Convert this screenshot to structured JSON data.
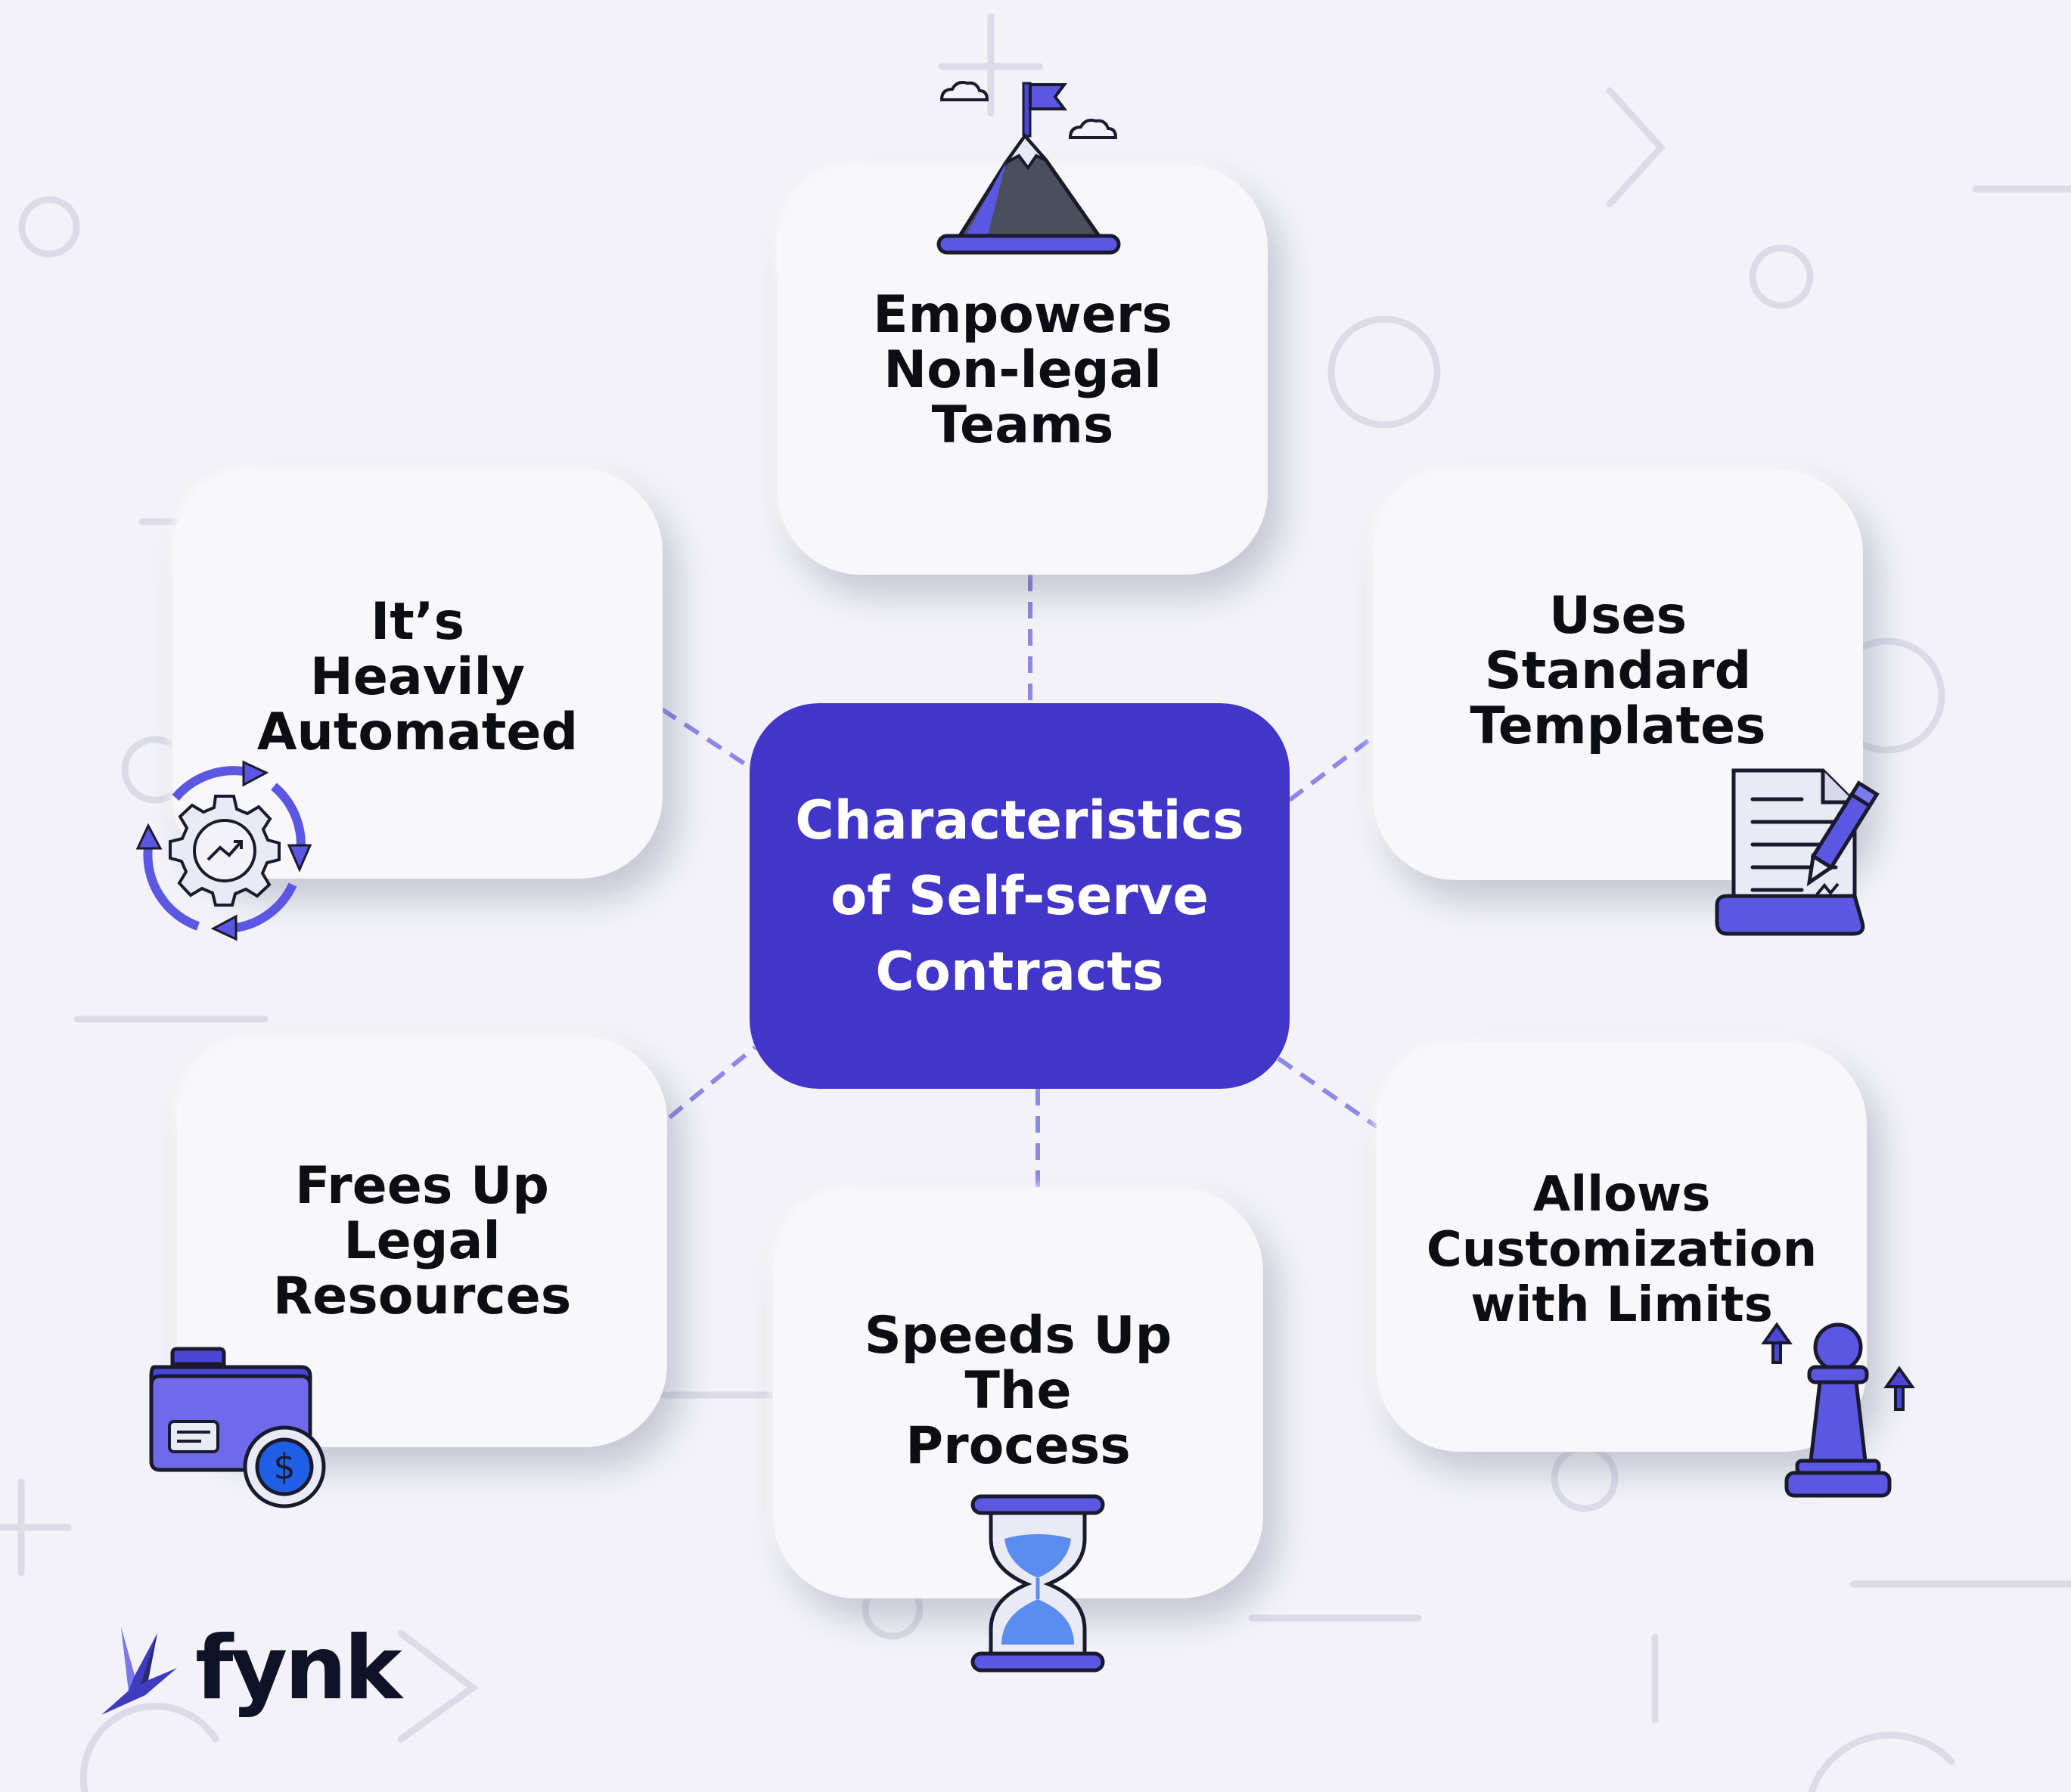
{
  "center": {
    "lines": [
      "Characteristics",
      "of Self-serve",
      "Contracts"
    ]
  },
  "cards": {
    "top": [
      "Empowers",
      "Non-legal",
      "Teams"
    ],
    "upper_left": [
      "It’s",
      "Heavily",
      "Automated"
    ],
    "upper_right": [
      "Uses",
      "Standard",
      "Templates"
    ],
    "lower_left": [
      "Frees Up",
      "Legal",
      "Resources"
    ],
    "bottom": [
      "Speeds Up",
      "The",
      "Process"
    ],
    "lower_right": [
      "Allows",
      "Customization",
      "with Limits"
    ]
  },
  "icons": {
    "top": "mountain-flag-icon",
    "upper_left": "automation-gear-cycle-icon",
    "upper_right": "document-pen-icon",
    "lower_left": "folder-money-icon",
    "bottom": "hourglass-icon",
    "lower_right": "chess-pawn-arrows-icon"
  },
  "brand": {
    "name": "fynk",
    "logo": "fynk-bird-logo-icon"
  },
  "colors": {
    "background": "#f2f2f8",
    "card": "#f7f7fc",
    "accent": "#4235c9",
    "icon_fill": "#5b57e3",
    "connector": "#8d87e6",
    "text": "#0d0d14"
  }
}
